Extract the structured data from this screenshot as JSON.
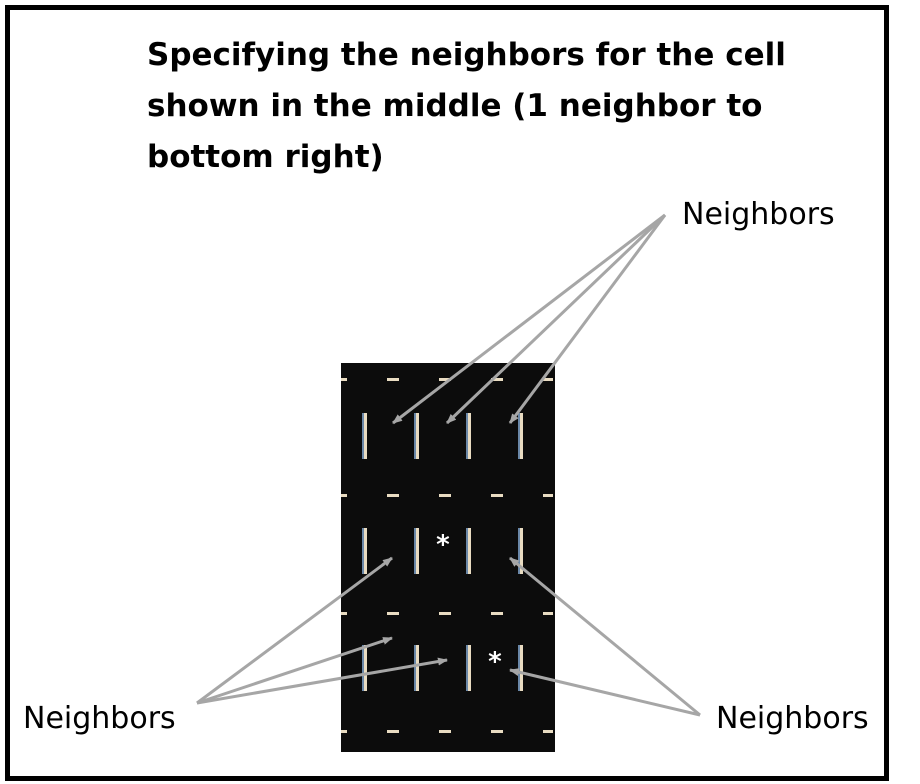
{
  "title": "Specifying the neighbors for the cell shown in the middle (1 neighbor to bottom right)",
  "labels": {
    "top_right": "Neighbors",
    "bottom_left": "Neighbors",
    "bottom_right": "Neighbors"
  },
  "colors": {
    "grid_background": "#0c0c0c",
    "wall": "#e9dcc2",
    "wall_shadow": "#6b88a8",
    "marker": "#ffffff",
    "arrow": "#a6a6a6"
  },
  "grid": {
    "columns": 4,
    "rows": 3,
    "marked_cells": [
      {
        "row": 1,
        "col": 1,
        "symbol": "*"
      },
      {
        "row": 2,
        "col": 2,
        "symbol": "*"
      }
    ]
  }
}
